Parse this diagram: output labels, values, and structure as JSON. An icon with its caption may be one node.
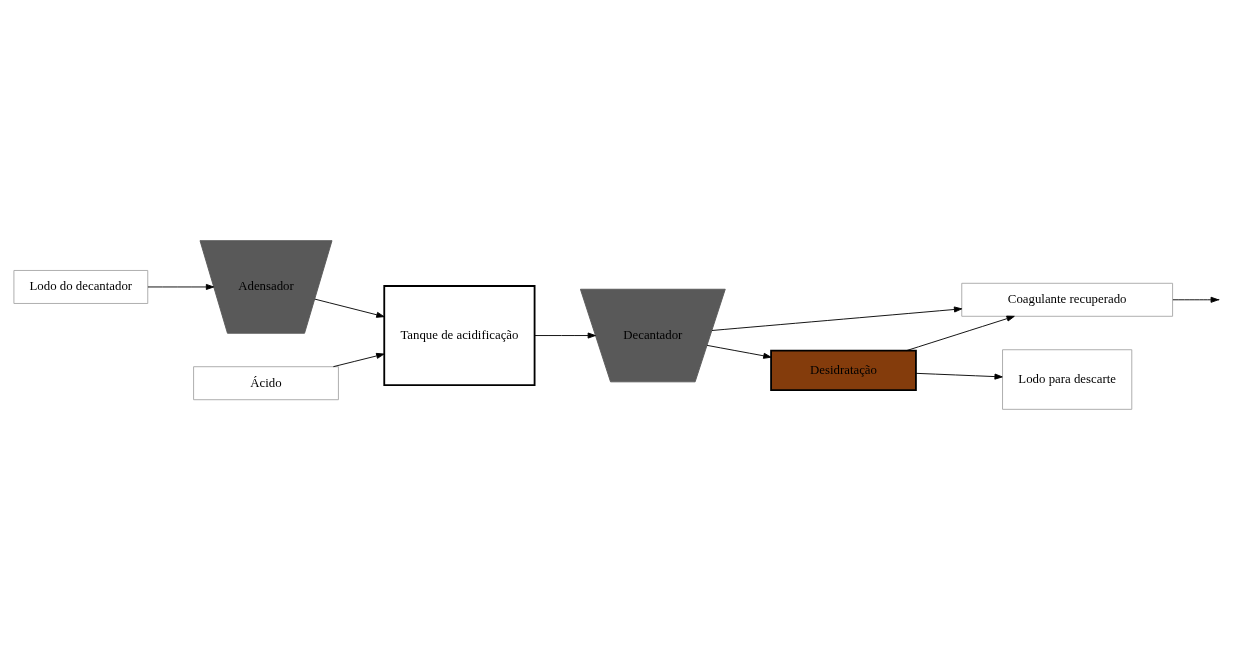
{
  "diagram": {
    "nodes": [
      {
        "text": [
          "Lodo do decantador"
        ]
      },
      {
        "text": [
          "Adensador"
        ]
      },
      {
        "text": [
          "Ácido"
        ]
      },
      {
        "text": [
          "Tanque de acidificação"
        ]
      },
      {
        "text": [
          "Decantador"
        ]
      },
      {
        "text": [
          "Coagulante recuperado"
        ]
      },
      {
        "text": [
          "Desidratação"
        ]
      },
      {
        "text": [
          "Lodo para descarte"
        ]
      }
    ],
    "edges": [
      {
        "from": 0,
        "to": 1,
        "arrow": "to"
      },
      {
        "from": 1,
        "to": 3,
        "arrow": "to"
      },
      {
        "from": 2,
        "to": 3,
        "arrow": "to"
      },
      {
        "from": 3,
        "to": 4,
        "arrow": "to"
      },
      {
        "from": 4,
        "to": 5,
        "arrow": "to"
      },
      {
        "from": 4,
        "to": 6,
        "arrow": "to"
      },
      {
        "from": 6,
        "to": 5,
        "arrow": "to"
      },
      {
        "from": 6,
        "to": 7,
        "arrow": "to"
      },
      {
        "from": 5,
        "to": null,
        "arrow": "to"
      }
    ]
  }
}
